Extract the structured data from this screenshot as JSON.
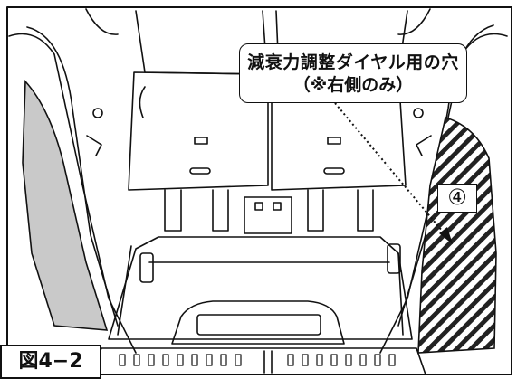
{
  "callout": {
    "line1": "減衰力調整ダイヤル用の穴",
    "line2": "（※右側のみ）"
  },
  "marker_label": "④",
  "figure_label": "図4−2",
  "colors": {
    "line": "#111111",
    "gray_panel": "#c9c9c9",
    "background": "#ffffff"
  }
}
